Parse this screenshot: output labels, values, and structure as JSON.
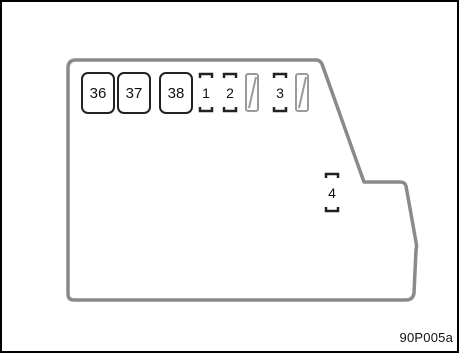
{
  "figure": {
    "code": "90P005a"
  },
  "fuses": [
    {
      "label": "36",
      "style": "solid"
    },
    {
      "label": "37",
      "style": "solid"
    },
    {
      "label": "38",
      "style": "solid"
    },
    {
      "label": "1",
      "style": "dashed"
    },
    {
      "label": "2",
      "style": "dashed"
    },
    {
      "label": "",
      "style": "slashed"
    },
    {
      "label": "3",
      "style": "dashed"
    },
    {
      "label": "",
      "style": "slashed"
    },
    {
      "label": "4",
      "style": "dashed"
    }
  ],
  "colors": {
    "panel_outline": "#8a8a8a",
    "fuse_outline": "#222222",
    "slashed_fuse": "#9a9a9a",
    "frame_border": "#000000"
  }
}
